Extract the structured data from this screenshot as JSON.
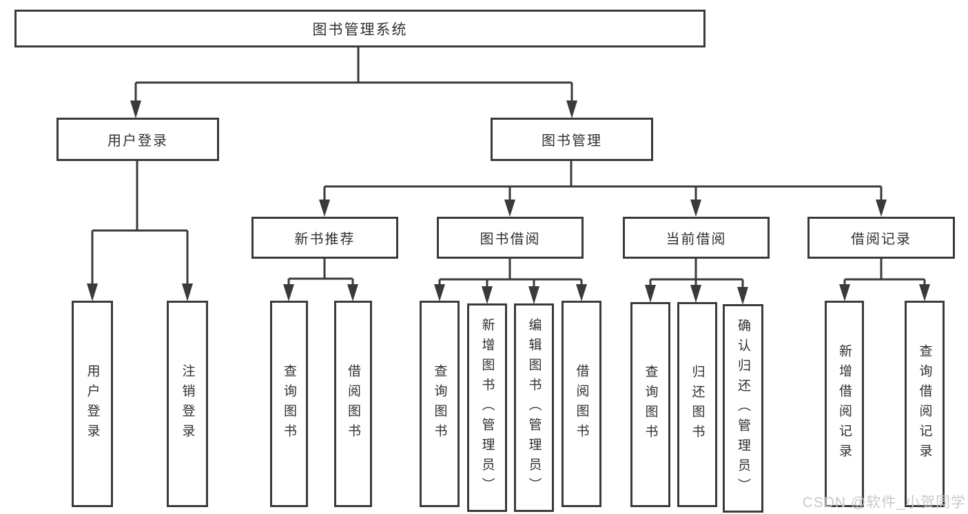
{
  "nodes": {
    "root": "图书管理系统",
    "login": "用户登录",
    "manage": "图书管理",
    "login_children": [
      "用户登录",
      "注销登录"
    ],
    "manage_children": [
      "新书推荐",
      "图书借阅",
      "当前借阅",
      "借阅记录"
    ],
    "recommend_leaves": [
      "查询图书",
      "借阅图书"
    ],
    "borrow_leaves": [
      "查询图书",
      "新增图书（管理员）",
      "编辑图书（管理员）",
      "借阅图书"
    ],
    "current_leaves": [
      "查询图书",
      "归还图书",
      "确认归还（管理员）"
    ],
    "record_leaves": [
      "新增借阅记录",
      "查询借阅记录"
    ]
  },
  "watermark": "CSDN @软件_小贺同学",
  "colors": {
    "line": "#3a3a3a",
    "text": "#303030",
    "watermark": "#c9c9c9",
    "background": "#ffffff"
  }
}
